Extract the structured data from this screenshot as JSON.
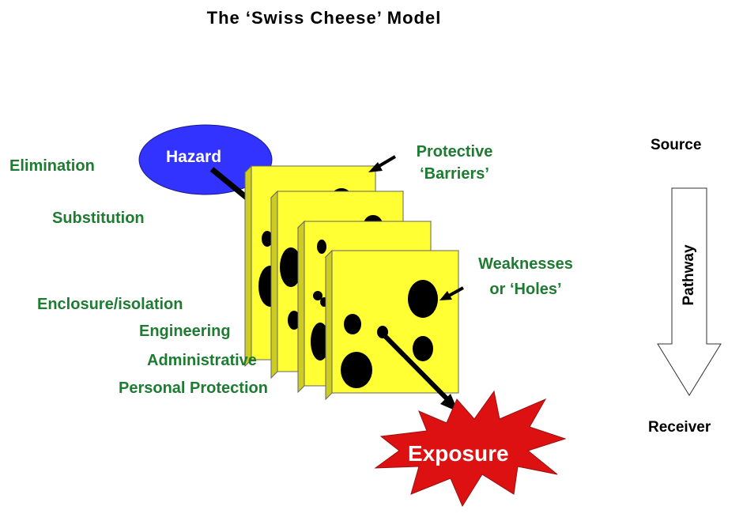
{
  "title": "The ‘Swiss Cheese’ Model",
  "hazard": "Hazard",
  "exposure": "Exposure",
  "controls": [
    "Elimination",
    "Substitution",
    "Enclosure/isolation",
    "Engineering",
    "Administrative",
    "Personal Protection"
  ],
  "annotations": {
    "barriers_line1": "Protective",
    "barriers_line2": "‘Barriers’",
    "holes_line1": "Weaknesses",
    "holes_line2": "or ‘Holes’"
  },
  "pathway": {
    "source": "Source",
    "pathway": "Pathway",
    "receiver": "Receiver"
  },
  "colors": {
    "cheese": "#ffff33",
    "hazard": "#3333ff",
    "exposure": "#dd1111",
    "control_text": "#1e7b32"
  }
}
